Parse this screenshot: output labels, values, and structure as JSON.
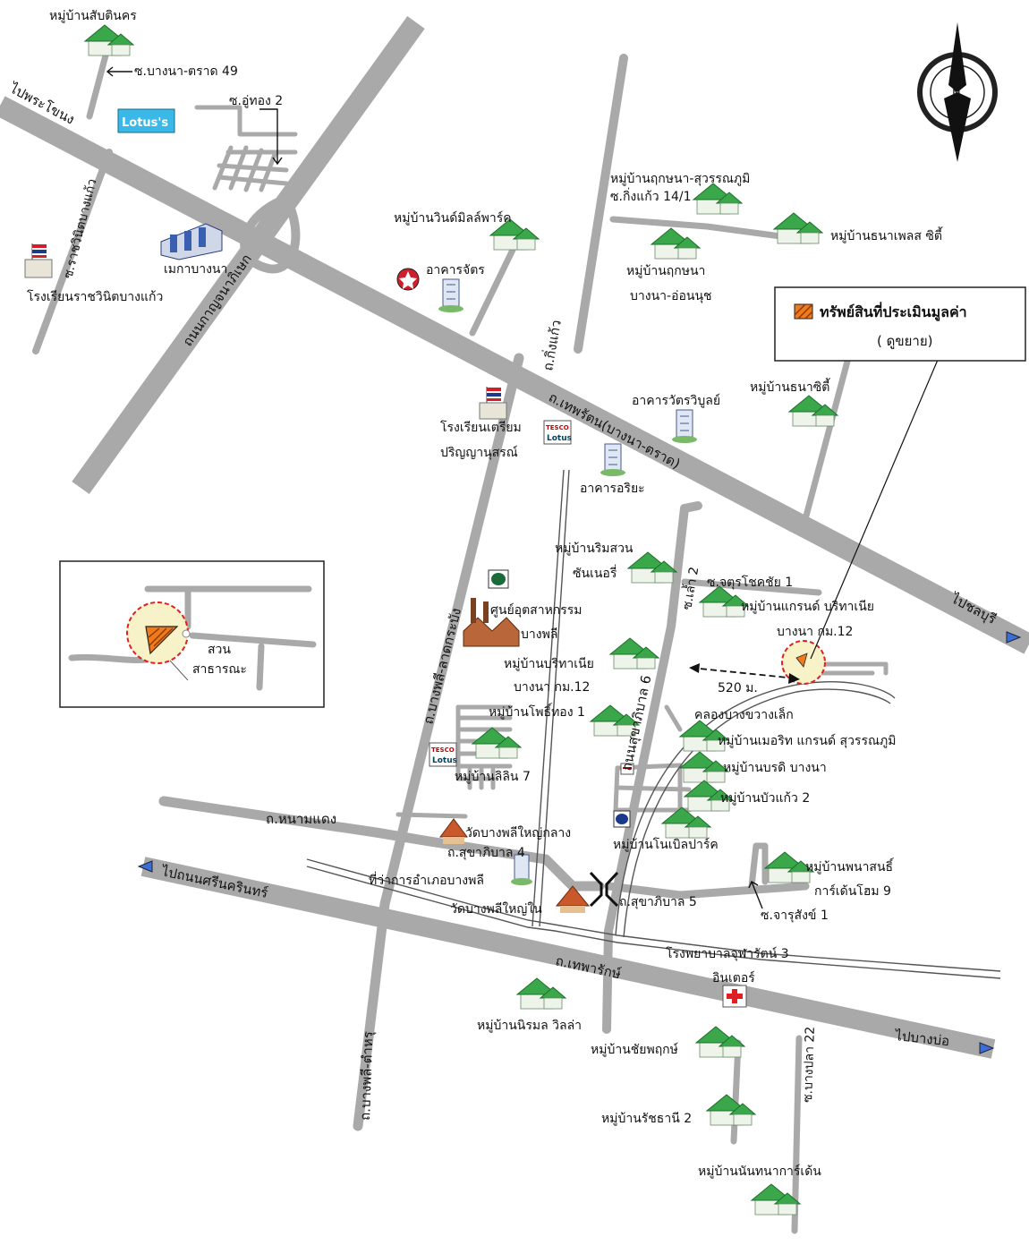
{
  "map": {
    "compass_letter": "N",
    "legend": {
      "title": "ทรัพย์สินที่ประเมินมูลค่า",
      "subtitle": "( ดูขยาย)",
      "swatch_color": "#f07a1e"
    },
    "distance_label": "520 ม.",
    "inset": {
      "park_line1": "สวน",
      "park_line2": "สาธารณะ"
    },
    "brands": {
      "lotus_top": "Lotus's",
      "tesco_small": "TESCO",
      "tesco_sub": "Lotus"
    },
    "colors": {
      "road": "#a9a9a9",
      "property": "#f07a1e",
      "highlight_circle": "#f7f2c8",
      "dashed_circle": "#e02020"
    },
    "roads": {
      "bangna_trad": "ถ.เทพรัตน(บางนา-ตราด)",
      "kanchanaphisek": "ถนนกาญจนาภิเษก",
      "to_phra_khanong": "ไปพระโขนง",
      "to_chonburi": "ไปชลบุรี",
      "bangphli_lat_krabang": "ถ.บางพลี-ลาดกระบัง",
      "king_kaeo": "ถ.กิ่งแก้ว",
      "sukhaphiban6": "ถนนสุขาภิบาล 6",
      "so_lao2": "ซ.เล้ำ 2",
      "nam_daeng": "ถ.หนามแดง",
      "sukhaphiban4": "ถ.สุขาภิบาล 4",
      "sukhaphiban5": "ถ.สุขาภิบาล 5",
      "to_srinakarin": "ไปถนนศรีนครินทร์",
      "theparak": "ถ.เทพารักษ์",
      "to_bangbo": "ไปบางบ่อ",
      "bangphli_tamru": "ถ.บางพลี-ตำหรุ",
      "bangpla22": "ซ.บางปลา 22",
      "rachawinit_bangkaeo": "ซ.ราชวินิตบางแก้ว",
      "bangna_trad49": "ซ.บางนา-ตราด 49",
      "u_thong2": "ซ.อู่ทอง 2",
      "king_kaeo_14_1": "ซ.กิ่งแก้ว 14/1",
      "chatuchot1": "ซ.จตุรโชคชัย 1",
      "jarusang1": "ซ.จารุสังข์ 1",
      "khlong_bang_khwang": "คลองบางขวางเล็ก"
    },
    "places": {
      "sap_ti_nakhon": "หมู่บ้านสับตินคร",
      "mega_bangna": "เมกาบางนา",
      "rachawinit_school": "โรงเรียนราชวินิตบางแก้ว",
      "windmill_park": "หมู่บ้านวินด์มิลล์พาร์ค",
      "arkan_jatchar": "อาคารจัตร",
      "fruitkhana_suvarnabhumi": "หมู่บ้านฤกษนา-สุวรรณภูมิ",
      "thana_place_city": "หมู่บ้านธนาเพลส ซิตี้",
      "fruitkhana_line1": "หมู่บ้านฤกษนา",
      "fruitkhana_line2": "บางนา-อ่อนนุช",
      "thana_city": "หมู่บ้านธนาซิตี้",
      "wat_viboon": "อาคารวัตรวิบูลย์",
      "triam_school_line1": "โรงเรียนเตรียม",
      "triam_school_line2": "ปริญญานุสรณ์",
      "ariya_building": "อาคารอริยะ",
      "rim_suan_line1": "หมู่บ้านริมสวน",
      "rim_suan_line2": "ซันเนอรี่",
      "industrial_line1": "ศูนย์อุตสาหกรรม",
      "industrial_line2": "บางพลี",
      "grand_britania": "หมู่บ้านแกรนด์ บริทาเนีย",
      "bangna_km12": "บางนา กม.12",
      "britania_line1": "หมู่บ้านบริทาเนีย",
      "britania_line2": "บางนา กม.12",
      "pho_thong1": "หมู่บ้านโพธิ์ทอง 1",
      "merit_grand": "หมู่บ้านเมอริท แกรนด์ สุวรรณภูมิ",
      "lili7": "หมู่บ้านลิลิน 7",
      "borati_bangna": "หมู่บ้านบรดิ บางนา",
      "bua_kaeo2": "หมู่บ้านบัวแก้ว 2",
      "wat_bangphli_yai_klang": "วัดบางพลีใหญ่กลาง",
      "noble_park": "หมู่บ้านโนเบิลปาร์ค",
      "phanasanti": "หมู่บ้านพนาสนธิ์",
      "garden_home9": "การ์เด้นโฮม 9",
      "district_office": "ที่ว่าการอำเภอบางพลี",
      "wat_bangphli_yai_nai": "วัดบางพลีใหญ่ใน",
      "hospital_line1": "โรงพยาบาลจุฬารัตน์ 3",
      "hospital_line2": "อินเตอร์",
      "nirmal_villa": "หมู่บ้านนิรมล วิลล่า",
      "chai_pruek": "หมู่บ้านชัยพฤกษ์",
      "rachathani2": "หมู่บ้านรัชธานี 2",
      "nantana_garden": "หมู่บ้านนันทนาการ์เด้น"
    }
  }
}
